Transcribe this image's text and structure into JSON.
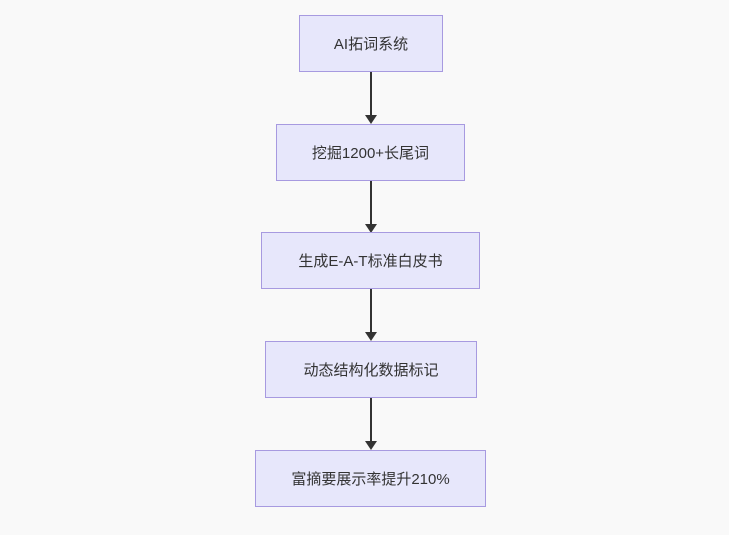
{
  "flowchart": {
    "type": "flowchart",
    "direction": "top-down",
    "nodes": [
      {
        "label": "AI拓词系统"
      },
      {
        "label": "挖掘1200+长尾词"
      },
      {
        "label": "生成E-A-T标准白皮书"
      },
      {
        "label": "动态结构化数据标记"
      },
      {
        "label": "富摘要展示率提升210%"
      }
    ],
    "edges": [
      {
        "from": 0,
        "to": 1,
        "style": "arrow-down"
      },
      {
        "from": 1,
        "to": 2,
        "style": "arrow-down"
      },
      {
        "from": 2,
        "to": 3,
        "style": "arrow-down"
      },
      {
        "from": 3,
        "to": 4,
        "style": "arrow-down"
      }
    ],
    "colors": {
      "background": "#f9f9f9",
      "node_fill": "#e7e7fb",
      "node_border": "#a79ae0",
      "node_text": "#333333",
      "arrow": "#333333"
    }
  }
}
